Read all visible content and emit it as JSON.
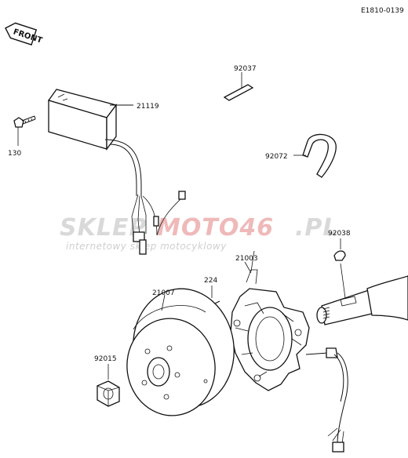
{
  "diagram_code": "E1810-0139",
  "direction_label": "FRONT",
  "watermark": {
    "brand_part1": "SKLEP",
    "brand_part2": "MOTO46",
    "brand_part3": ".PL",
    "tagline": "internetowy sklep motocyklowy"
  },
  "parts": [
    {
      "number": "92037"
    },
    {
      "number": "21119"
    },
    {
      "number": "130"
    },
    {
      "number": "92072"
    },
    {
      "number": "92038"
    },
    {
      "number": "21003"
    },
    {
      "number": "224"
    },
    {
      "number": "21007"
    },
    {
      "number": "92015"
    }
  ]
}
